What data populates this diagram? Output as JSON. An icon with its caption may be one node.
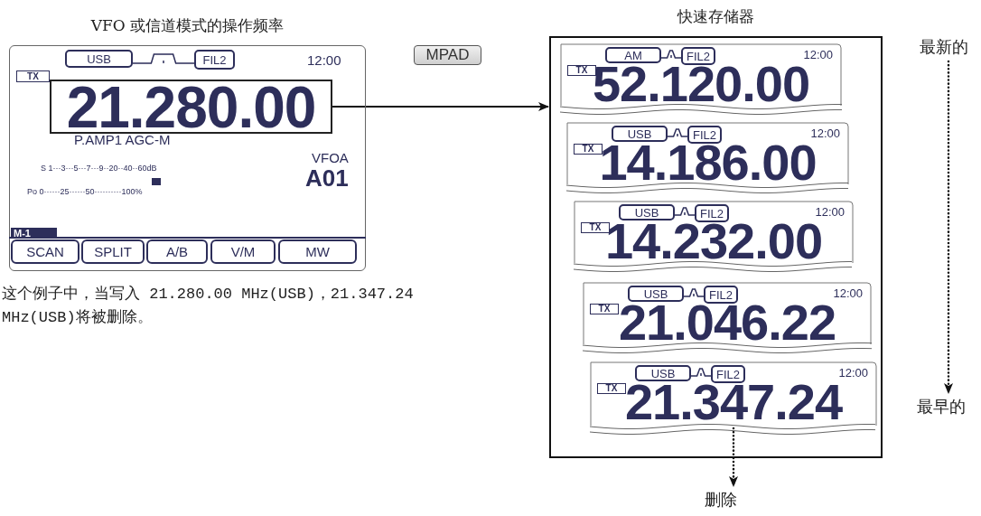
{
  "diagram": {
    "nodes": [
      {
        "text": [
          "VFO 或信道模式的操作频率"
        ]
      },
      {
        "text": [
          "USB"
        ],
        "in": 0
      },
      {
        "text": [
          "FIL2"
        ],
        "in": 0
      },
      {
        "text": [
          "TX"
        ],
        "in": 0
      },
      {
        "text": [
          "21.280.00"
        ],
        "in": 0
      },
      {
        "text": [
          "M-1"
        ],
        "in": 0
      },
      {
        "text": [
          "SCAN"
        ],
        "in": 0
      },
      {
        "text": [
          "SPLIT"
        ],
        "in": 0
      },
      {
        "text": [
          "A/B"
        ],
        "in": 0
      },
      {
        "text": [
          "V/M"
        ],
        "in": 0
      },
      {
        "text": [
          "MW"
        ],
        "in": 0
      },
      {
        "text": [
          "MPAD"
        ]
      },
      {
        "text": [
          "快速存储器"
        ]
      },
      {
        "text": [
          "12:00",
          "52.120.00"
        ],
        "in": 12
      },
      {
        "text": [
          "AM"
        ],
        "in": 13
      },
      {
        "text": [
          "FIL2"
        ],
        "in": 13
      },
      {
        "text": [
          "TX"
        ],
        "in": 13
      },
      {
        "text": [
          "12:00",
          "14.186.00"
        ],
        "in": 12
      },
      {
        "text": [
          "USB"
        ],
        "in": 17
      },
      {
        "text": [
          "FIL2"
        ],
        "in": 17
      },
      {
        "text": [
          "TX"
        ],
        "in": 17
      },
      {
        "text": [
          "12:00",
          "14.232.00"
        ],
        "in": 12
      },
      {
        "text": [
          "USB"
        ],
        "in": 21
      },
      {
        "text": [
          "FIL2"
        ],
        "in": 21
      },
      {
        "text": [
          "TX"
        ],
        "in": 21
      },
      {
        "text": [
          "12:00",
          "21.046.22"
        ],
        "in": 12
      },
      {
        "text": [
          "USB"
        ],
        "in": 25
      },
      {
        "text": [
          "FIL2"
        ],
        "in": 25
      },
      {
        "text": [
          "TX"
        ],
        "in": 25
      },
      {
        "text": [
          "12:00",
          "21.347.24"
        ],
        "in": 12
      },
      {
        "text": [
          "USB"
        ],
        "in": 29
      },
      {
        "text": [
          "FIL2"
        ],
        "in": 29
      },
      {
        "text": [
          "TX"
        ],
        "in": 29
      },
      {
        "text": [
          "最新的"
        ]
      },
      {
        "text": [
          "最早的"
        ]
      },
      {
        "text": [
          "删除"
        ]
      }
    ],
    "edges": [
      {
        "from": 4,
        "to": 12,
        "arrow": "to"
      },
      {
        "from": 33,
        "to": 34,
        "arrow": "to",
        "style": "dashed"
      },
      {
        "from": 29,
        "to": 35,
        "arrow": "to",
        "style": "dashed"
      }
    ],
    "labels": [
      "12:00",
      "P.AMP1 AGC-M",
      "VFOA",
      "A01",
      "S 1···3···5···7···9··20··40··60dB",
      "Po 0······25······50··········100%",
      "这个例子中，当写入 21.280.00 MHz(USB)，21.347.24 MHz(USB)将被删除。"
    ]
  }
}
